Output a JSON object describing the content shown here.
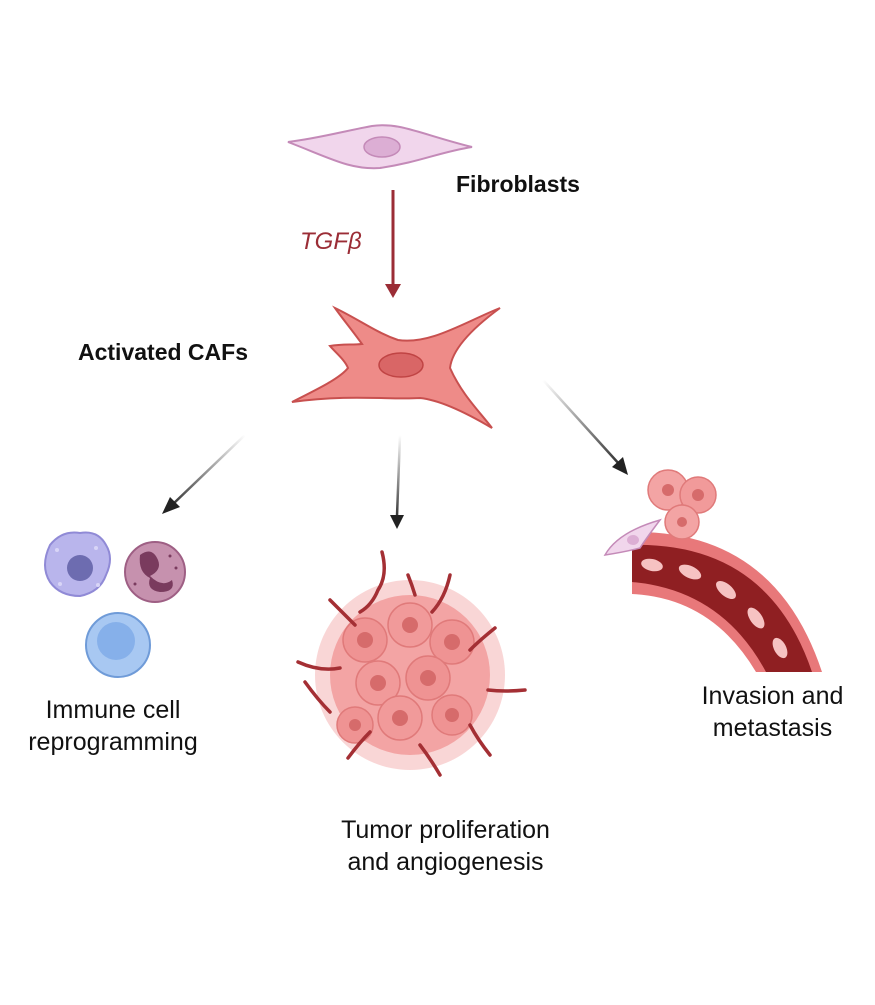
{
  "labels": {
    "fibroblasts": "Fibroblasts",
    "signal": "TGFβ",
    "activated_cafs": "Activated CAFs",
    "immune_line1": "Immune cell",
    "immune_line2": "reprogramming",
    "tumor_line1": "Tumor proliferation",
    "tumor_line2": "and angiogenesis",
    "invasion_line1": "Invasion and",
    "invasion_line2": "metastasis"
  },
  "icons": {
    "fibroblast": "fibroblast-cell-icon",
    "caf": "activated-caf-cell-icon",
    "immune": [
      "macrophage-icon",
      "neutrophil-icon",
      "lymphocyte-icon"
    ],
    "tumor": "tumor-mass-with-vessels-icon",
    "vessel": "blood-vessel-icon"
  },
  "colors": {
    "signal": "#9b2d36",
    "fibroblast_fill": "#f1d6ec",
    "caf_fill": "#ee8b88",
    "tumor_fill": "#f3a4a4",
    "vessel_dark": "#8f1f22",
    "arrow": "#222222"
  }
}
